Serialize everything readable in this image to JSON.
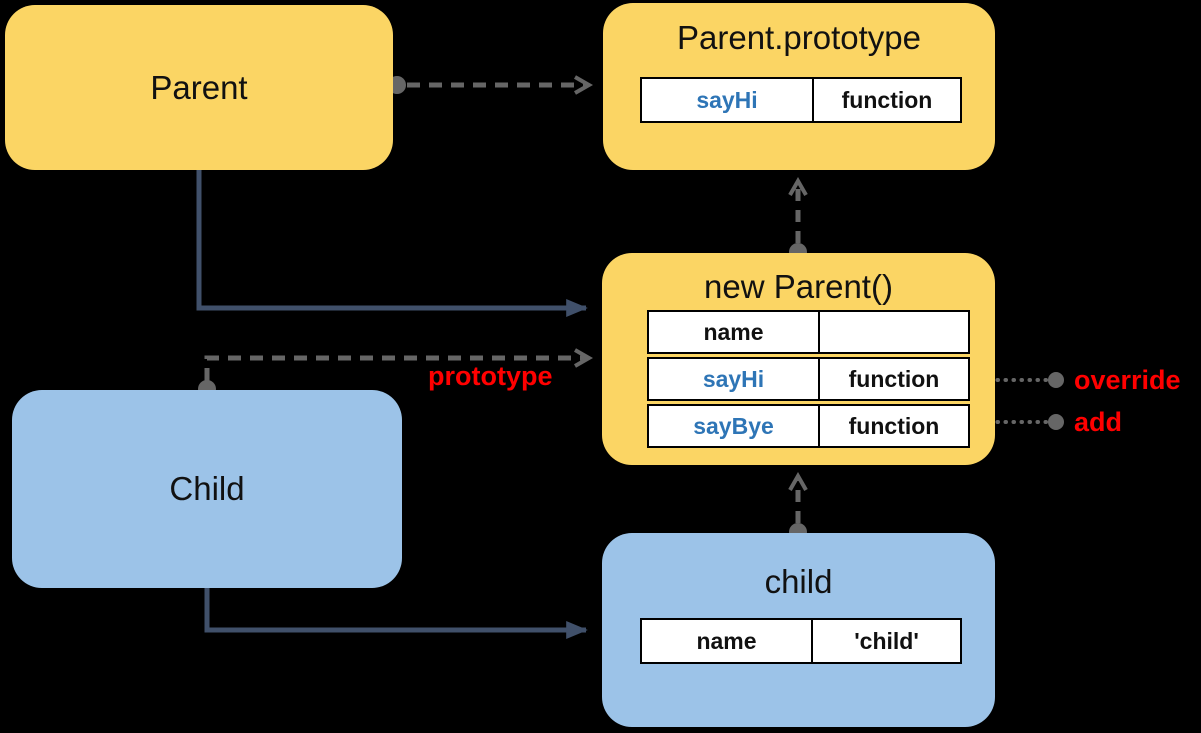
{
  "colors": {
    "background": "#000000",
    "yellow_box": "#FBD564",
    "blue_box": "#9CC3E8",
    "table_bg": "#FFFFFF",
    "table_border": "#000000",
    "key_blue": "#2E75B6",
    "solid_arrow": "#40506A",
    "dashed_arrow": "#666666",
    "label_red": "#FF0000"
  },
  "nodes": {
    "parent": {
      "title": "Parent"
    },
    "parent_prototype": {
      "title": "Parent.prototype",
      "rows": [
        {
          "key": "sayHi",
          "value": "function",
          "key_color": "#2E75B6"
        }
      ]
    },
    "new_parent": {
      "title": "new Parent()",
      "rows": [
        {
          "key": "name",
          "value": "",
          "key_color": "#111111"
        },
        {
          "key": "sayHi",
          "value": "function",
          "key_color": "#2E75B6"
        },
        {
          "key": "sayBye",
          "value": "function",
          "key_color": "#2E75B6"
        }
      ]
    },
    "child_class": {
      "title": "Child"
    },
    "child_instance": {
      "title": "child",
      "rows": [
        {
          "key": "name",
          "value": "'child'",
          "key_color": "#111111"
        }
      ]
    }
  },
  "labels": {
    "prototype": "prototype",
    "override": "override",
    "add": "add"
  },
  "edges": [
    {
      "from": "Parent",
      "to": "Parent.prototype",
      "style": "dashed-dot-start-arrow-end"
    },
    {
      "from": "Parent",
      "to": "new Parent()",
      "style": "solid-arrow-end"
    },
    {
      "from": "Child",
      "to": "new Parent()",
      "style": "dashed-dot-start-arrow-end",
      "label": "prototype"
    },
    {
      "from": "new Parent()",
      "to": "Parent.prototype",
      "style": "dashed-dot-start-arrow-end"
    },
    {
      "from": "child",
      "to": "new Parent()",
      "style": "dashed-dot-start-arrow-end"
    },
    {
      "from": "Child",
      "to": "child",
      "style": "solid-arrow-end"
    },
    {
      "from": "override",
      "to": "new Parent().sayHi",
      "style": "dotted-dot-start-arrow-end"
    },
    {
      "from": "add",
      "to": "new Parent().sayBye",
      "style": "dotted-dot-start-arrow-end"
    }
  ]
}
